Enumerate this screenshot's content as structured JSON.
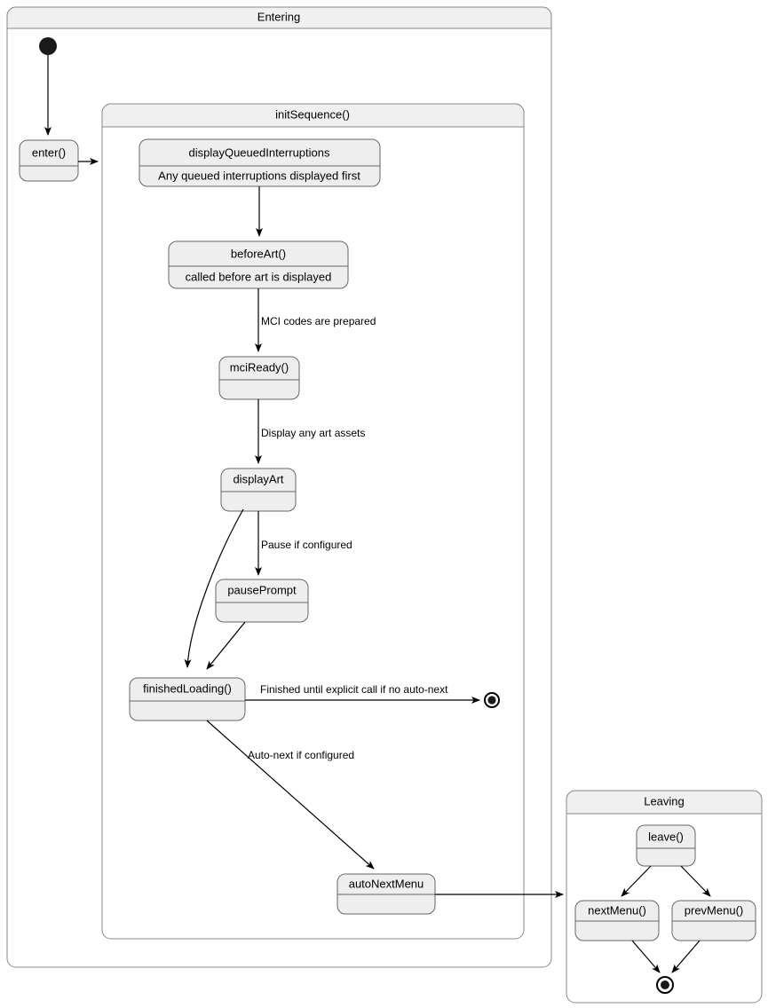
{
  "diagram": {
    "kind": "uml-state-machine",
    "background_color": "#ffffff",
    "state_fill_color": "#eeeeee",
    "state_stroke_color": "#666666",
    "composite_fill_color": "#ffffff",
    "composite_title_fill_color": "#f0f0f0",
    "composite_stroke_color": "#888888",
    "edge_color": "#000000"
  },
  "composites": {
    "entering": {
      "title": "Entering"
    },
    "init_sequence": {
      "title": "initSequence()"
    },
    "leaving": {
      "title": "Leaving"
    }
  },
  "states": {
    "enter": {
      "name": "enter()",
      "description": ""
    },
    "display_queued_interruptions": {
      "name": "displayQueuedInterruptions",
      "description": "Any queued interruptions displayed first"
    },
    "before_art": {
      "name": "beforeArt()",
      "description": "called before art is displayed"
    },
    "mci_ready": {
      "name": "mciReady()",
      "description": ""
    },
    "display_art": {
      "name": "displayArt",
      "description": ""
    },
    "pause_prompt": {
      "name": "pausePrompt",
      "description": ""
    },
    "finished_loading": {
      "name": "finishedLoading()",
      "description": ""
    },
    "auto_next_menu": {
      "name": "autoNextMenu",
      "description": ""
    },
    "leave": {
      "name": "leave()",
      "description": ""
    },
    "next_menu": {
      "name": "nextMenu()",
      "description": ""
    },
    "prev_menu": {
      "name": "prevMenu()",
      "description": ""
    }
  },
  "transitions": {
    "mci_codes_prepared": {
      "label": "MCI codes are prepared"
    },
    "display_art_assets": {
      "label": "Display any art assets"
    },
    "pause_if_configured": {
      "label": "Pause if configured"
    },
    "finished_until_explicit": {
      "label": "Finished until explicit call if no auto-next"
    },
    "auto_next_if_configured": {
      "label": "Auto-next if configured"
    }
  },
  "pseudostates": {
    "initial_entering": {
      "name": "initial-state"
    },
    "final_init_sequence": {
      "name": "final-state"
    },
    "final_leaving": {
      "name": "final-state"
    }
  }
}
